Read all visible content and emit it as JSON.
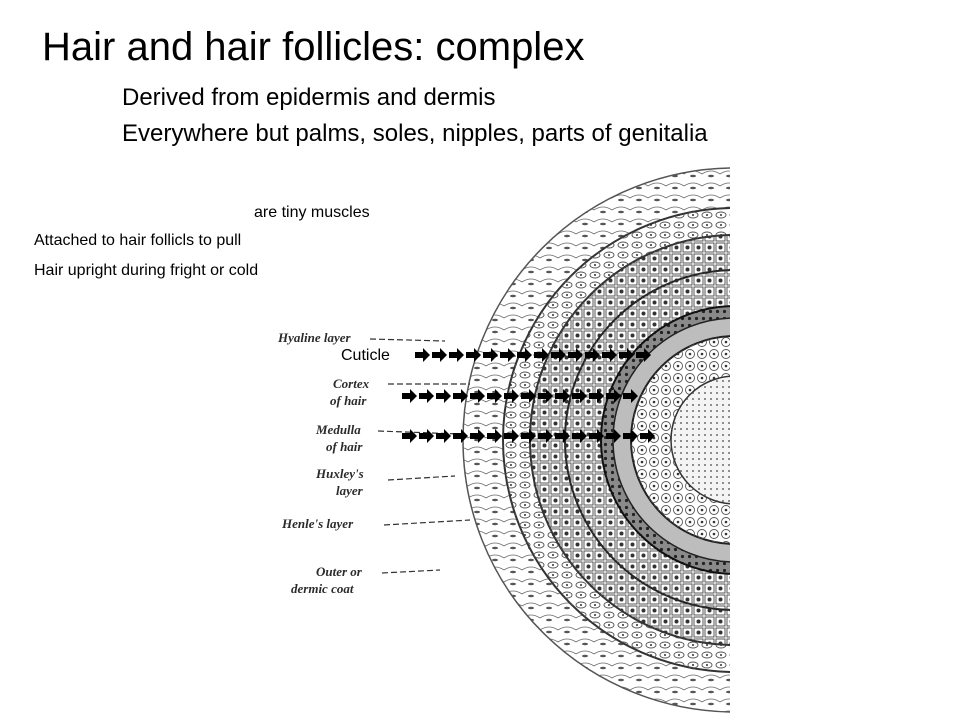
{
  "title": "Hair and hair follicles: complex",
  "bullets": [
    "Derived from epidermis and dermis",
    "Everywhere but palms, soles, nipples, parts of genitalia"
  ],
  "notes": [
    "are tiny muscles",
    "Attached to hair follicls to pull",
    "Hair upright during fright or cold"
  ],
  "figure": {
    "labels": {
      "hyaline": "Hyaline layer",
      "cortex_1": "Cortex",
      "cortex_2": "of hair",
      "medulla_1": "Medulla",
      "medulla_2": "of hair",
      "huxley_1": "Huxley's",
      "huxley_2": "layer",
      "henle": "Henle's layer",
      "outer_1": "Outer or",
      "outer_2": "dermic coat"
    },
    "cuticle_label": "Cuticle"
  }
}
